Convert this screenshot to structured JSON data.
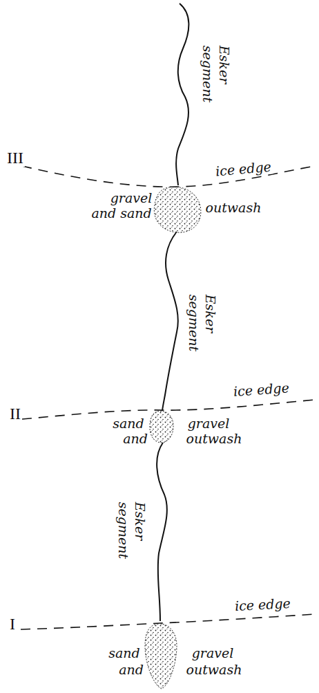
{
  "diagram": {
    "labels": [
      "Esker segment",
      "III",
      "ice edge",
      "gravel",
      "and sand",
      "outwash",
      "Esker segment",
      "II",
      "ice edge",
      "sand",
      "and",
      "gravel",
      "outwash",
      "Esker segment",
      "I",
      "ice edge",
      "sand",
      "and",
      "gravel",
      "outwash"
    ]
  }
}
